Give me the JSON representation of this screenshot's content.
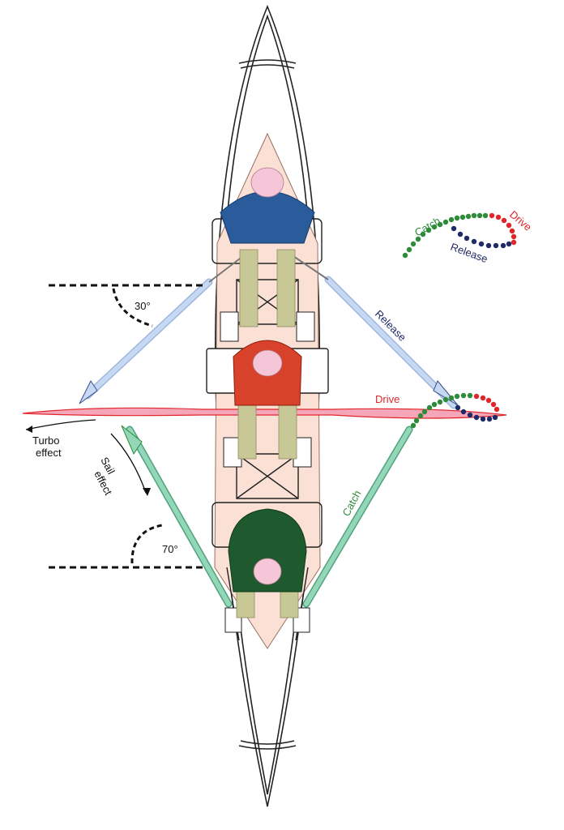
{
  "labels": {
    "catch": "Catch",
    "drive": "Drive",
    "release": "Release",
    "angle_top": "30°",
    "angle_bottom": "70°",
    "turbo": "Turbo",
    "turbo_effect": "effect",
    "sail": "Sail",
    "sail_effect": "effect"
  },
  "colors": {
    "catch": "#2e8b3a",
    "drive": "#e0262b",
    "release": "#1f2a66",
    "seat": "#fbe0d5",
    "rower_front": "#2a5b9b",
    "rower_middle": "#d8412a",
    "rower_back": "#1f5a2e",
    "legs": "#c8c896",
    "oar_release": "#c6d8f2",
    "oar_drive": "#f5a6b8",
    "oar_catch": "#93d7b8"
  }
}
